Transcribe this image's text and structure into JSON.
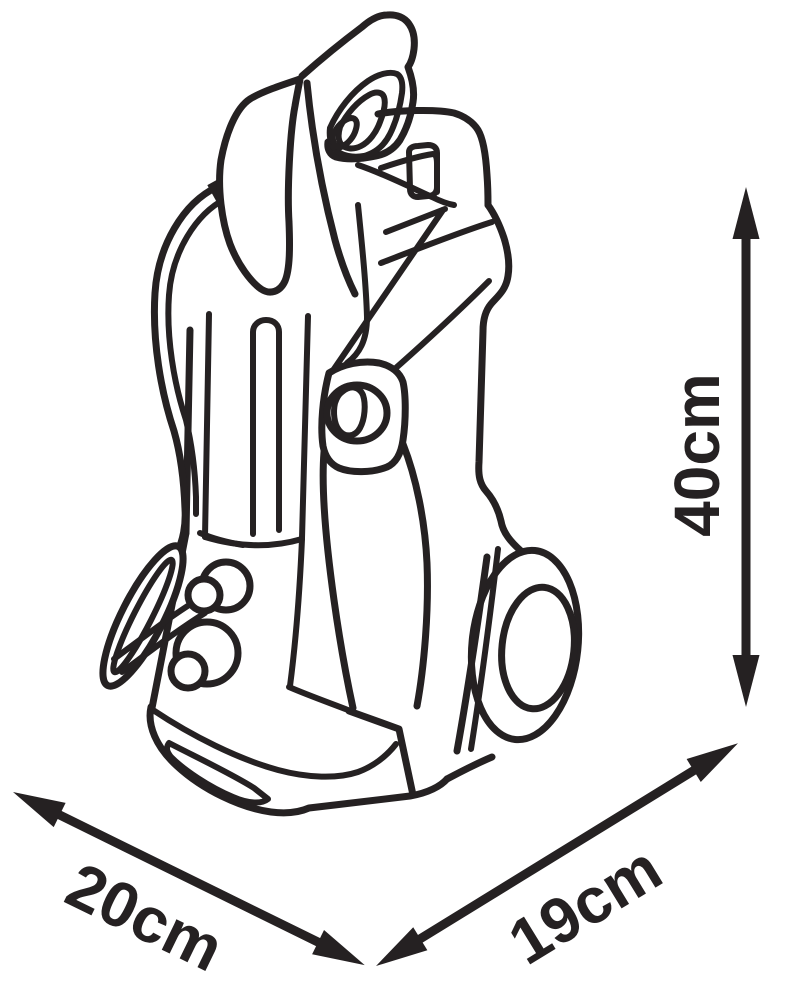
{
  "figure": {
    "subject": "toy pressure washer",
    "style": "black outline line-art product drawing",
    "stroke_color": "#252122",
    "background_color": "#ffffff",
    "parts": [
      "spray-gun",
      "trigger-guard",
      "spray-lance",
      "top-carry-handle",
      "telescopic-handle-tube",
      "main-body",
      "hose-reel-knob",
      "accessory-holder",
      "water-fittings",
      "high-pressure-hose-loop",
      "wheel",
      "base-skid",
      "vent-slot"
    ]
  },
  "dimensions": {
    "height": {
      "label": "40cm",
      "value": 40,
      "unit": "cm",
      "orientation": "vertical-right"
    },
    "width": {
      "label": "20cm",
      "value": 20,
      "unit": "cm",
      "orientation": "diagonal-bottom-left"
    },
    "depth": {
      "label": "19cm",
      "value": 19,
      "unit": "cm",
      "orientation": "diagonal-bottom-right"
    }
  }
}
